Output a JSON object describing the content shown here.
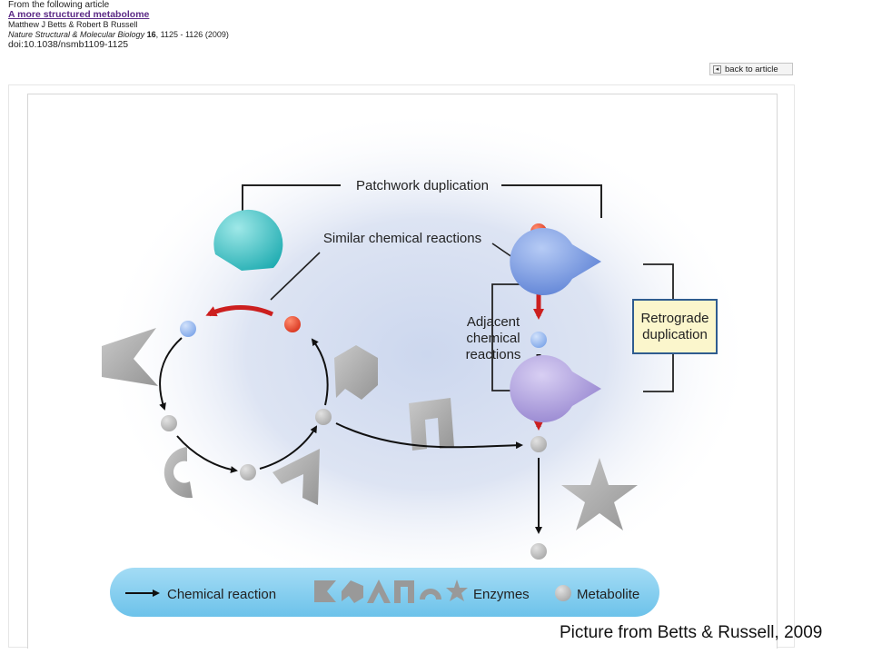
{
  "header": {
    "from": "From the following article",
    "article_title": "A more structured metabolome",
    "authors": "Matthew J Betts & Robert B Russell",
    "journal_name": "Nature Structural & Molecular Biology",
    "journal_volume": "16",
    "journal_pages": ", 1125 - 1126 (2009)",
    "doi": "doi:10.1038/nsmb1109-1125"
  },
  "back_button": {
    "label": "back to article"
  },
  "figure": {
    "labels": {
      "patchwork": "Patchwork duplication",
      "similar": "Similar chemical reactions",
      "adjacent_1": "Adjacent",
      "adjacent_2": "chemical",
      "adjacent_3": "reactions",
      "retrograde_1": "Retrograde",
      "retrograde_2": "duplication"
    },
    "legend": {
      "reaction": "Chemical reaction",
      "enzymes": "Enzymes",
      "metabolite": "Metabolite"
    },
    "colors": {
      "teal_enzyme": "#2fc0c3",
      "blue_enzyme": "#6f92df",
      "purple_enzyme": "#a897d9",
      "red_metabolite": "#e03a22",
      "blue_metabolite": "#8fb4ef",
      "gray_metabolite": "#bdbdbd",
      "red_arrow": "#cc1f1f",
      "legend_bar": "#7fcdef",
      "retro_box_fill": "#fbf6cc",
      "retro_box_border": "#2f5c8f"
    }
  },
  "caption": "Picture from Betts & Russell, 2009"
}
